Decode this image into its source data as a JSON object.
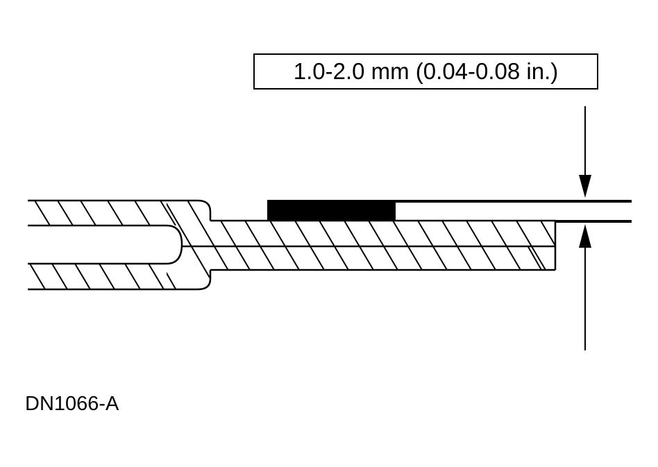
{
  "diagram": {
    "dimension_label": "1.0-2.0 mm (0.04-0.08 in.)",
    "figure_id": "DN1066-A",
    "colors": {
      "ink": "#000000",
      "background": "#ffffff"
    },
    "elements": [
      {
        "name": "forked-tube-end",
        "description": "hatched cross-section of tube end with rounded slot"
      },
      {
        "name": "shaft",
        "description": "hatched cross-section of shaft with center line"
      },
      {
        "name": "black-insert",
        "description": "solid black block on top of shaft"
      },
      {
        "name": "upper-reference-line",
        "description": "thick horizontal line from black block to right edge"
      },
      {
        "name": "lower-reference-line",
        "description": "thick horizontal line from shaft end to right edge"
      },
      {
        "name": "dimension-arrow-down",
        "description": "arrow pointing down to upper reference line"
      },
      {
        "name": "dimension-arrow-up",
        "description": "arrow pointing up to lower reference line"
      }
    ]
  }
}
